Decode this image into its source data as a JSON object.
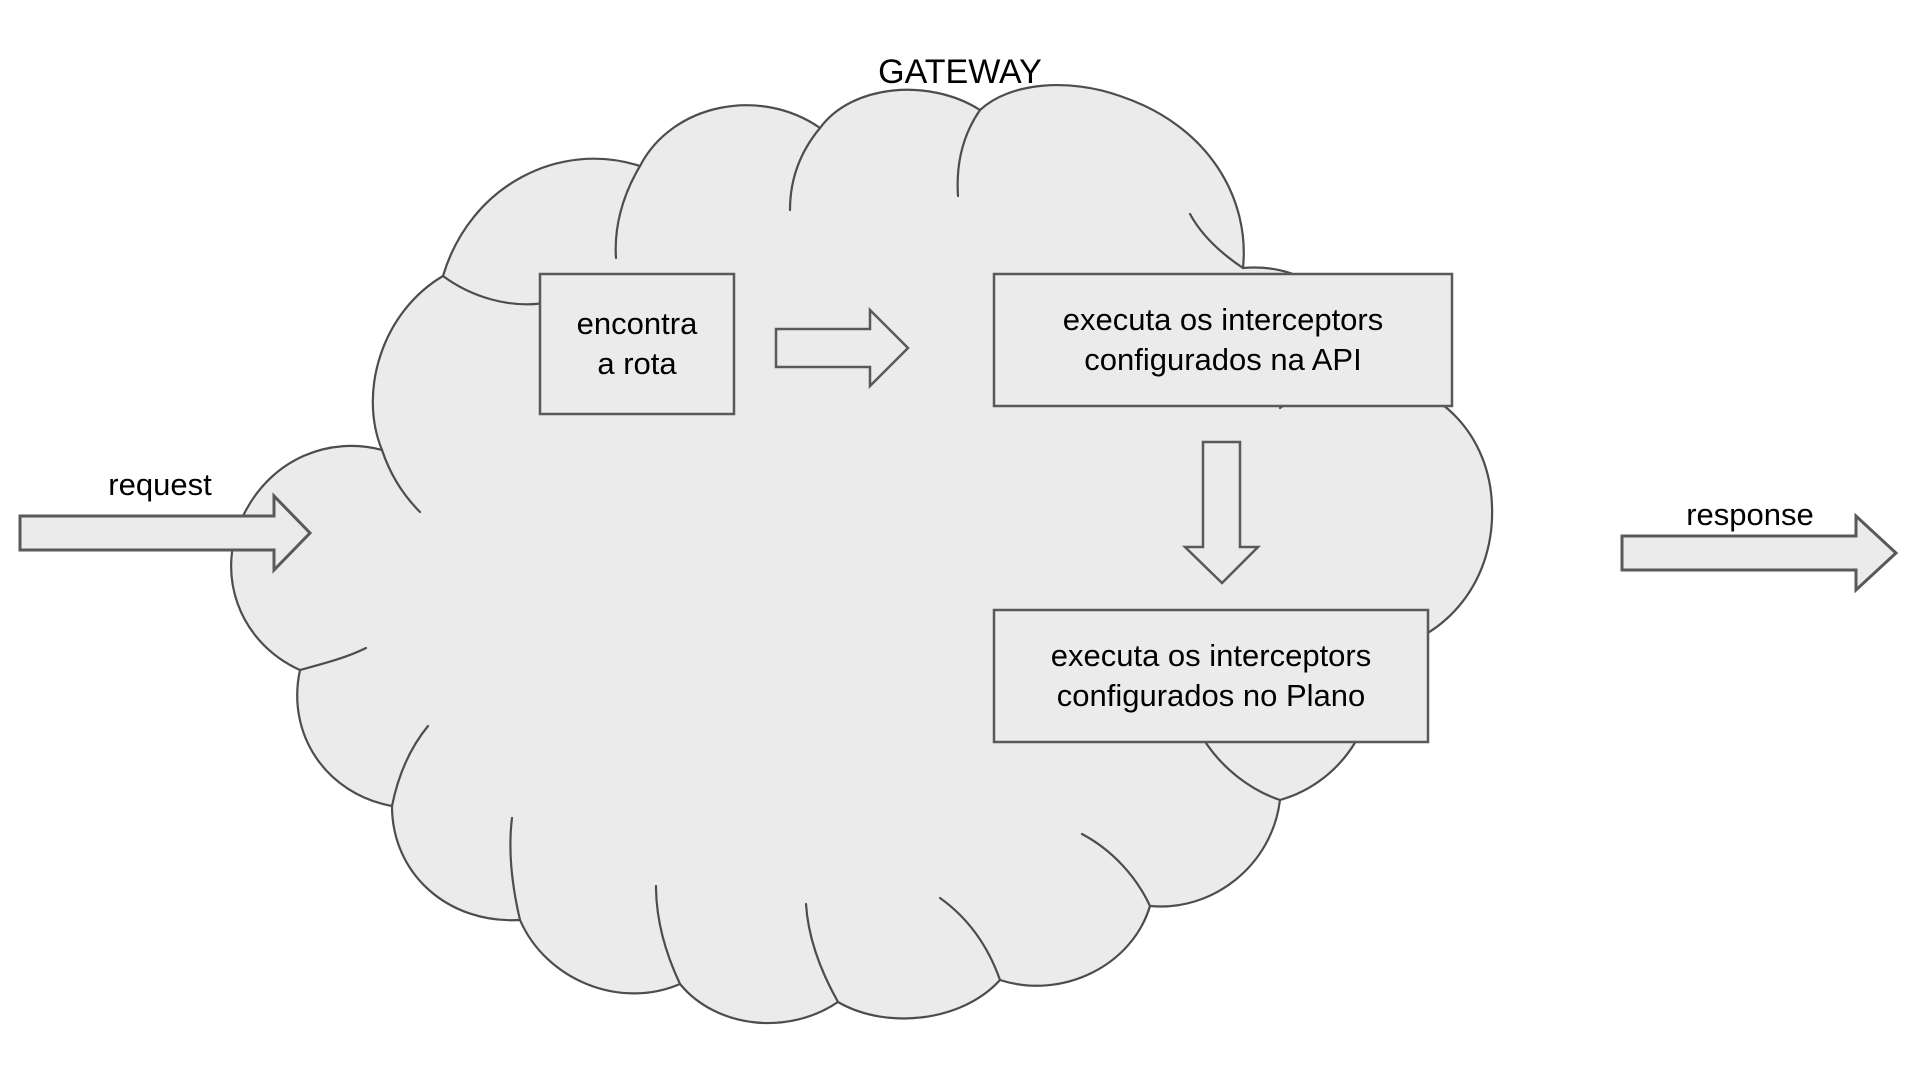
{
  "diagram": {
    "title": "GATEWAY",
    "type": "flow-diagram",
    "background_color": "#ffffff",
    "cloud": {
      "name": "gateway-cloud",
      "fill": "#ebebeb",
      "stroke": "#4d4d4d",
      "stroke_width": 2
    },
    "inputs": [
      {
        "id": "request",
        "label": "request",
        "direction": "right",
        "arrow_fill": "#ebebeb",
        "arrow_stroke": "#595959"
      }
    ],
    "outputs": [
      {
        "id": "response",
        "label": "response",
        "direction": "right",
        "arrow_fill": "#ebebeb",
        "arrow_stroke": "#595959"
      }
    ],
    "boxes": [
      {
        "id": "find-route",
        "lines": [
          "encontra",
          "a rota"
        ],
        "fill": "#ebebeb",
        "stroke": "#595959"
      },
      {
        "id": "api-interceptors",
        "lines": [
          "executa os interceptors",
          "configurados na API"
        ],
        "fill": "#ebebeb",
        "stroke": "#595959"
      },
      {
        "id": "plan-interceptors",
        "lines": [
          "executa os interceptors",
          "configurados no Plano"
        ],
        "fill": "#ebebeb",
        "stroke": "#595959"
      }
    ],
    "connectors": [
      {
        "id": "route-to-api",
        "from": "find-route",
        "to": "api-interceptors",
        "direction": "right",
        "style": "block-arrow"
      },
      {
        "id": "api-to-plan",
        "from": "api-interceptors",
        "to": "plan-interceptors",
        "direction": "down",
        "style": "block-arrow"
      }
    ]
  }
}
